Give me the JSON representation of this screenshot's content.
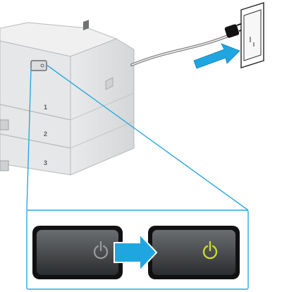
{
  "figure": {
    "trays": [
      "1",
      "2",
      "3"
    ],
    "steps": [
      {
        "name": "plug-in-power-cord",
        "icon": "power-plug-icon",
        "target": "wall-outlet"
      },
      {
        "name": "press-power-button",
        "icon": "power-symbol-icon"
      }
    ],
    "colors": {
      "callout": "#29a8df",
      "arrow": "#1fa6e0",
      "button_off_symbol": "#9a9c9e",
      "button_on_symbol": "#c8d92e",
      "printer_body": "#e4e5e6"
    }
  }
}
